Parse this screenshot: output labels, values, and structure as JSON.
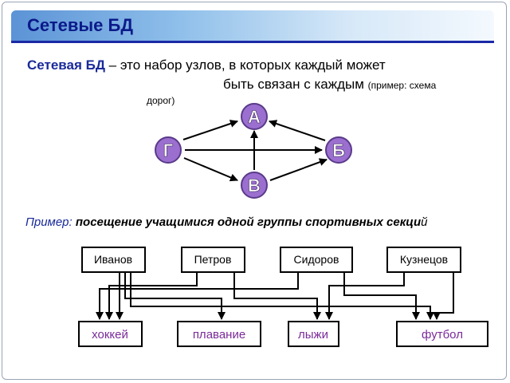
{
  "title": "Сетевые БД",
  "definition": {
    "term": "Сетевая БД",
    "text_line1": " – это набор узлов, в которых каждый может",
    "text_line2": "быть связан с каждым ",
    "note_part1": "(пример: схема",
    "note_part2": "дорог)"
  },
  "graph": {
    "nodes": [
      "А",
      "Б",
      "В",
      "Г"
    ]
  },
  "example": {
    "label": "Пример:",
    "text": " посещение учащимися одной группы спортивных секци",
    "tail": "й"
  },
  "students": [
    "Иванов",
    "Петров",
    "Сидоров",
    "Кузнецов"
  ],
  "sports": [
    "хоккей",
    "плавание",
    "лыжи",
    "футбол"
  ],
  "colors": {
    "title": "#0b1a8a",
    "accent_line": "#1a2aa6",
    "node_fill": "#9b6fcf",
    "node_stroke": "#5a3a8a",
    "sport_text": "#7a2a9a"
  }
}
